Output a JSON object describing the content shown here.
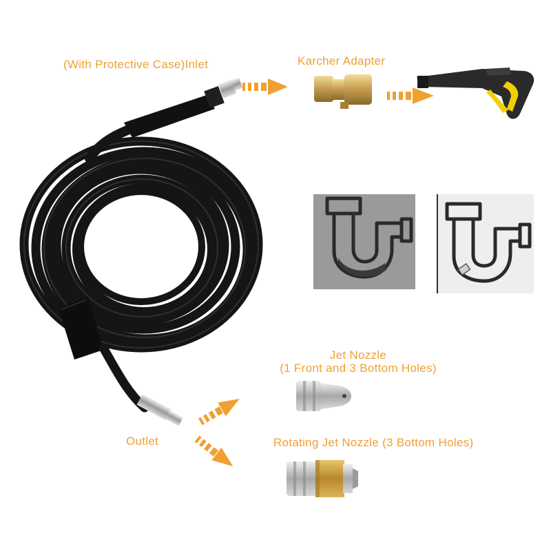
{
  "labels": {
    "inlet": "(With Protective Case)Inlet",
    "karcher": "Karcher Adapter",
    "jet_line1": "Jet Nozzle",
    "jet_line2": "(1 Front and 3 Bottom Holes)",
    "outlet": "Outlet",
    "rotating": "Rotating Jet Nozzle (3 Bottom Holes)"
  },
  "colors": {
    "accent": "#f0a030",
    "hose": "#1a1a1a",
    "brass": "#c9a052",
    "trigger_yellow": "#f2d000",
    "panel_gray": "#9a9a9a"
  },
  "icons": [
    "hose-coil",
    "brass-adapter",
    "spray-gun",
    "clogged-pipe-icon",
    "cleared-pipe-icon",
    "jet-nozzle",
    "rotating-nozzle",
    "arrow-icon"
  ]
}
